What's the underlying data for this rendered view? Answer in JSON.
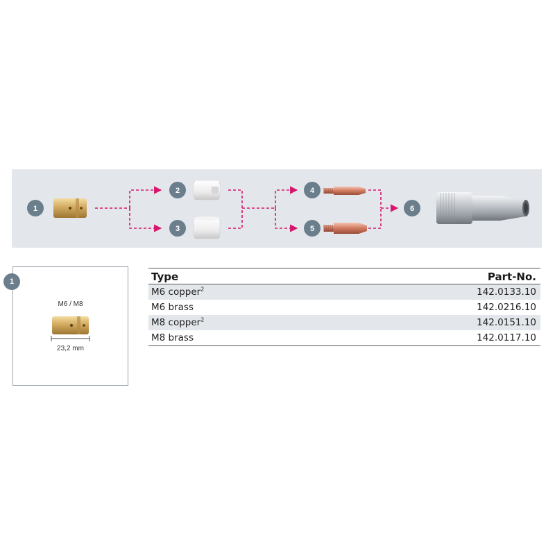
{
  "diagram": {
    "badges": [
      "1",
      "2",
      "3",
      "4",
      "5",
      "6"
    ],
    "connector_color": "#d6166e",
    "badge_color": "#6b7e8c",
    "panel_color": "#e3e6ea"
  },
  "detail": {
    "badge": "1",
    "size_label": "M6 / M8",
    "dimension_label": "23,2 mm"
  },
  "table": {
    "headers": {
      "type": "Type",
      "part_no": "Part-No."
    },
    "rows": [
      {
        "type": "M6 copper",
        "sup": "2",
        "part_no": "142.0133.10"
      },
      {
        "type": "M6 brass",
        "sup": "",
        "part_no": "142.0216.10"
      },
      {
        "type": "M8 copper",
        "sup": "2",
        "part_no": "142.0151.10"
      },
      {
        "type": "M8 brass",
        "sup": "",
        "part_no": "142.0117.10"
      }
    ]
  }
}
